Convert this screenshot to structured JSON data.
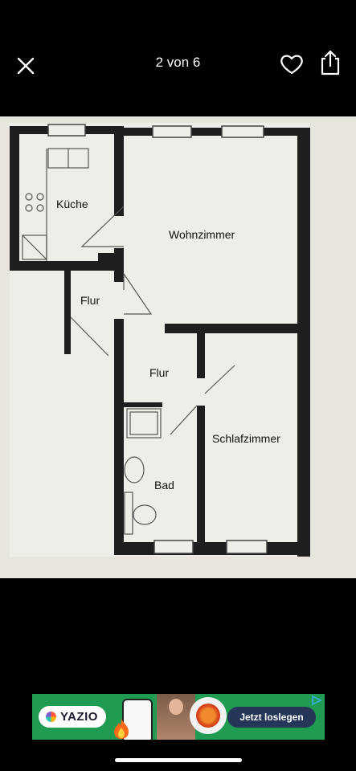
{
  "header": {
    "counter": "2 von 6",
    "close_icon": "close-icon",
    "like_icon": "heart-icon",
    "share_icon": "share-icon"
  },
  "floorplan": {
    "rooms": [
      "Küche",
      "Wohnzimmer",
      "Flur",
      "Flur",
      "Schlafzimmer",
      "Bad"
    ]
  },
  "ad": {
    "brand": "YAZIO",
    "cta_label": "Jetzt loslegen",
    "brand_color": "#1f9b52",
    "cta_color": "#253659"
  }
}
